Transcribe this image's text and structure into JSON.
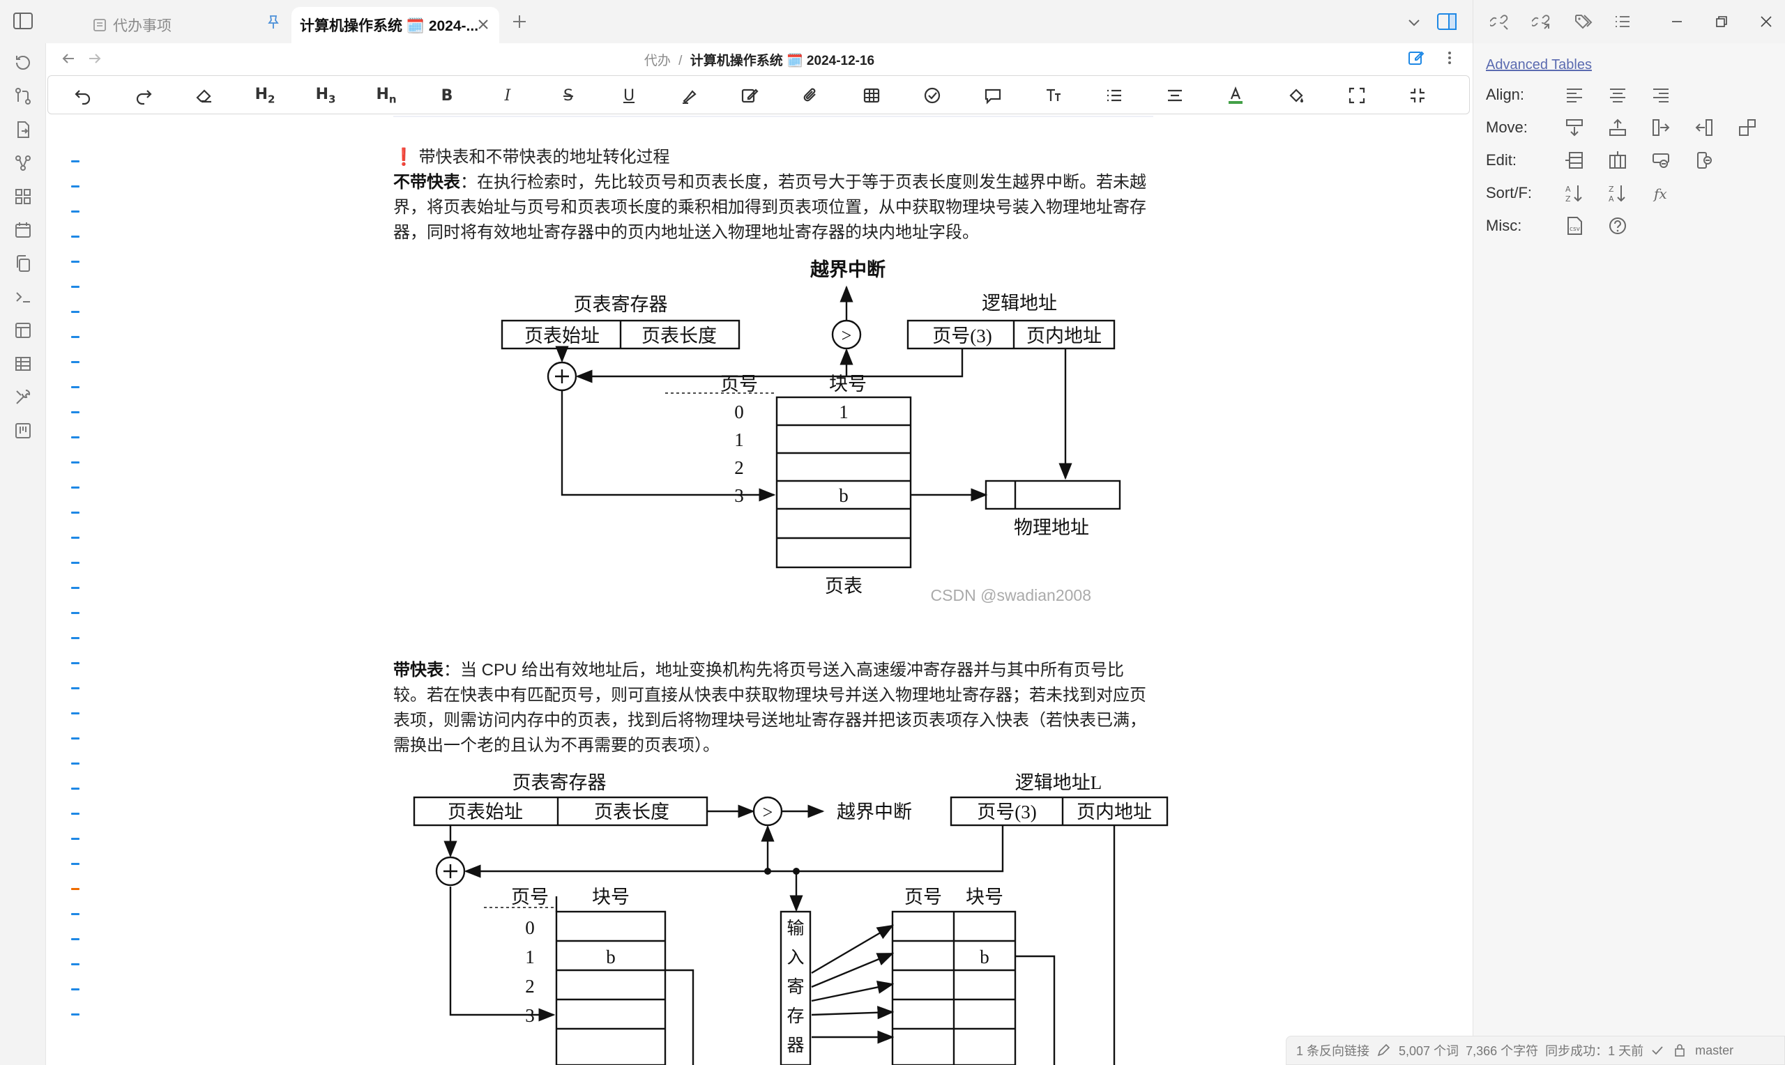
{
  "tabs": [
    {
      "label": "代办事项",
      "active": false
    },
    {
      "label": "计算机操作系统 🗓️ 2024-...",
      "active": true
    }
  ],
  "breadcrumb": {
    "parent": "代办",
    "separator": "/",
    "current": "计算机操作系统 🗓️ 2024-12-16"
  },
  "toolbar": {
    "h2": "H",
    "h2_sub": "2",
    "h3": "H",
    "h3_sub": "3",
    "hn": "H",
    "hn_sub": "n",
    "bold": "B",
    "italic": "I",
    "strike": "S",
    "underline": "U"
  },
  "content": {
    "heading_mark": "❗",
    "heading": "带快表和不带快表的地址转化过程",
    "para1_bold": "不带快表",
    "para1_lines": [
      "：在执行检索时，先比较页号和页表长度，若页号大于等于页表长度则发生越界中断。若未越",
      "界，将页表始址与页号和页表项长度的乘积相加得到页表项位置，从中获取物理块号装入物理地址寄存",
      "器，同时将有效地址寄存器中的页内地址送入物理地址寄存器的块内地址字段。"
    ],
    "para2_bold": "带快表",
    "para2_lines": [
      "：当 CPU 给出有效地址后，地址变换机构先将页号送入高速缓冲寄存器并与其中所有页号比",
      "较。若在快表中有匹配页号，则可直接从快表中获取物理块号并送入物理地址寄存器；若未找到对应页",
      "表项，则需访问内存中的页表，找到后将物理块号送地址寄存器并把该页表项存入快表（若快表已满，",
      "需换出一个老的且认为不再需要的页表项）。"
    ]
  },
  "diagram1": {
    "interrupt": "越界中断",
    "page_table_register": "页表寄存器",
    "pt_start": "页表始址",
    "pt_length": "页表长度",
    "logical_address": "逻辑地址",
    "page_no_3": "页号(3)",
    "offset": "页内地址",
    "col_page": "页号",
    "col_block": "块号",
    "rows": [
      "0",
      "1",
      "2",
      "3"
    ],
    "row0_block": "1",
    "row3_block": "b",
    "physical_address": "物理地址",
    "page_table": "页表",
    "watermark": "CSDN @swadian2008",
    "compare": ">",
    "plus": "+"
  },
  "diagram2": {
    "page_table_register": "页表寄存器",
    "pt_start": "页表始址",
    "pt_length": "页表长度",
    "interrupt": "越界中断",
    "logical_address": "逻辑地址L",
    "page_no_3": "页号(3)",
    "offset": "页内地址",
    "col_page": "页号",
    "col_block": "块号",
    "rows": [
      "0",
      "1",
      "2",
      "3"
    ],
    "row1_block": "b",
    "input_register": [
      "输",
      "入",
      "寄",
      "存",
      "器"
    ],
    "tlb_col_page": "页号",
    "tlb_col_block": "块号",
    "tlb_row1_block": "b",
    "compare": ">",
    "plus": "+"
  },
  "right_panel": {
    "title": "Advanced Tables",
    "rows": [
      {
        "label": "Align:"
      },
      {
        "label": "Move:"
      },
      {
        "label": "Edit:"
      },
      {
        "label": "Sort/F:"
      },
      {
        "label": "Misc:"
      }
    ],
    "csv_label": "csv",
    "formula_label": "fx"
  },
  "status_bar": {
    "backlinks": "1 条反向链接",
    "words": "5,007 个词",
    "chars": "7,366 个字符",
    "sync": "同步成功：1 天前",
    "branch": "master"
  },
  "colors": {
    "accent": "#1e88e5",
    "gutter_modified": "#ef6c00",
    "link": "#5b6bb0",
    "heading_mark": "#d32f2f"
  }
}
